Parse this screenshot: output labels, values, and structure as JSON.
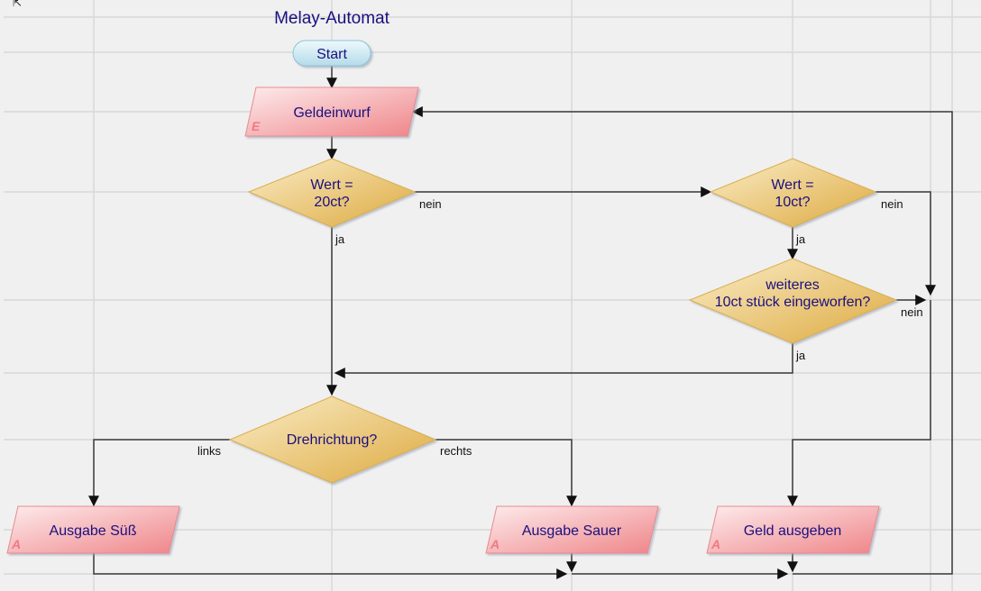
{
  "diagram": {
    "title": "Melay-Automat",
    "colors": {
      "background": "#f0f0f0",
      "grid": "#d8d8d8",
      "text": "#1a0f80",
      "edge": "#3a3a3a",
      "terminal_fill_top": "#e6f5fa",
      "terminal_fill_bottom": "#b7dcea",
      "io_fill_top": "#fde4e6",
      "io_fill_bottom": "#f08a8e",
      "decision_fill_top": "#f8e6b8",
      "decision_fill_bottom": "#e1b24c"
    },
    "nodes": {
      "start": {
        "type": "terminal",
        "label": "Start"
      },
      "geldeinwurf": {
        "type": "input",
        "label": "Geldeinwurf",
        "marker": "E"
      },
      "wert20": {
        "type": "decision",
        "line1": "Wert =",
        "line2": "20ct?"
      },
      "wert10": {
        "type": "decision",
        "line1": "Wert =",
        "line2": "10ct?"
      },
      "weiteres": {
        "type": "decision",
        "line1": "weiteres",
        "line2": "10ct stück eingeworfen?"
      },
      "drehrichtung": {
        "type": "decision",
        "label": "Drehrichtung?"
      },
      "ausgabe_suess": {
        "type": "output",
        "label": "Ausgabe Süß",
        "marker": "A"
      },
      "ausgabe_sauer": {
        "type": "output",
        "label": "Ausgabe Sauer",
        "marker": "A"
      },
      "geld_ausgeben": {
        "type": "output",
        "label": "Geld ausgeben",
        "marker": "A"
      }
    },
    "edge_labels": {
      "wert20_nein": "nein",
      "wert20_ja": "ja",
      "wert10_nein": "nein",
      "wert10_ja": "ja",
      "weiteres_nein": "nein",
      "weiteres_ja": "ja",
      "dreh_links": "links",
      "dreh_rechts": "rechts"
    }
  }
}
